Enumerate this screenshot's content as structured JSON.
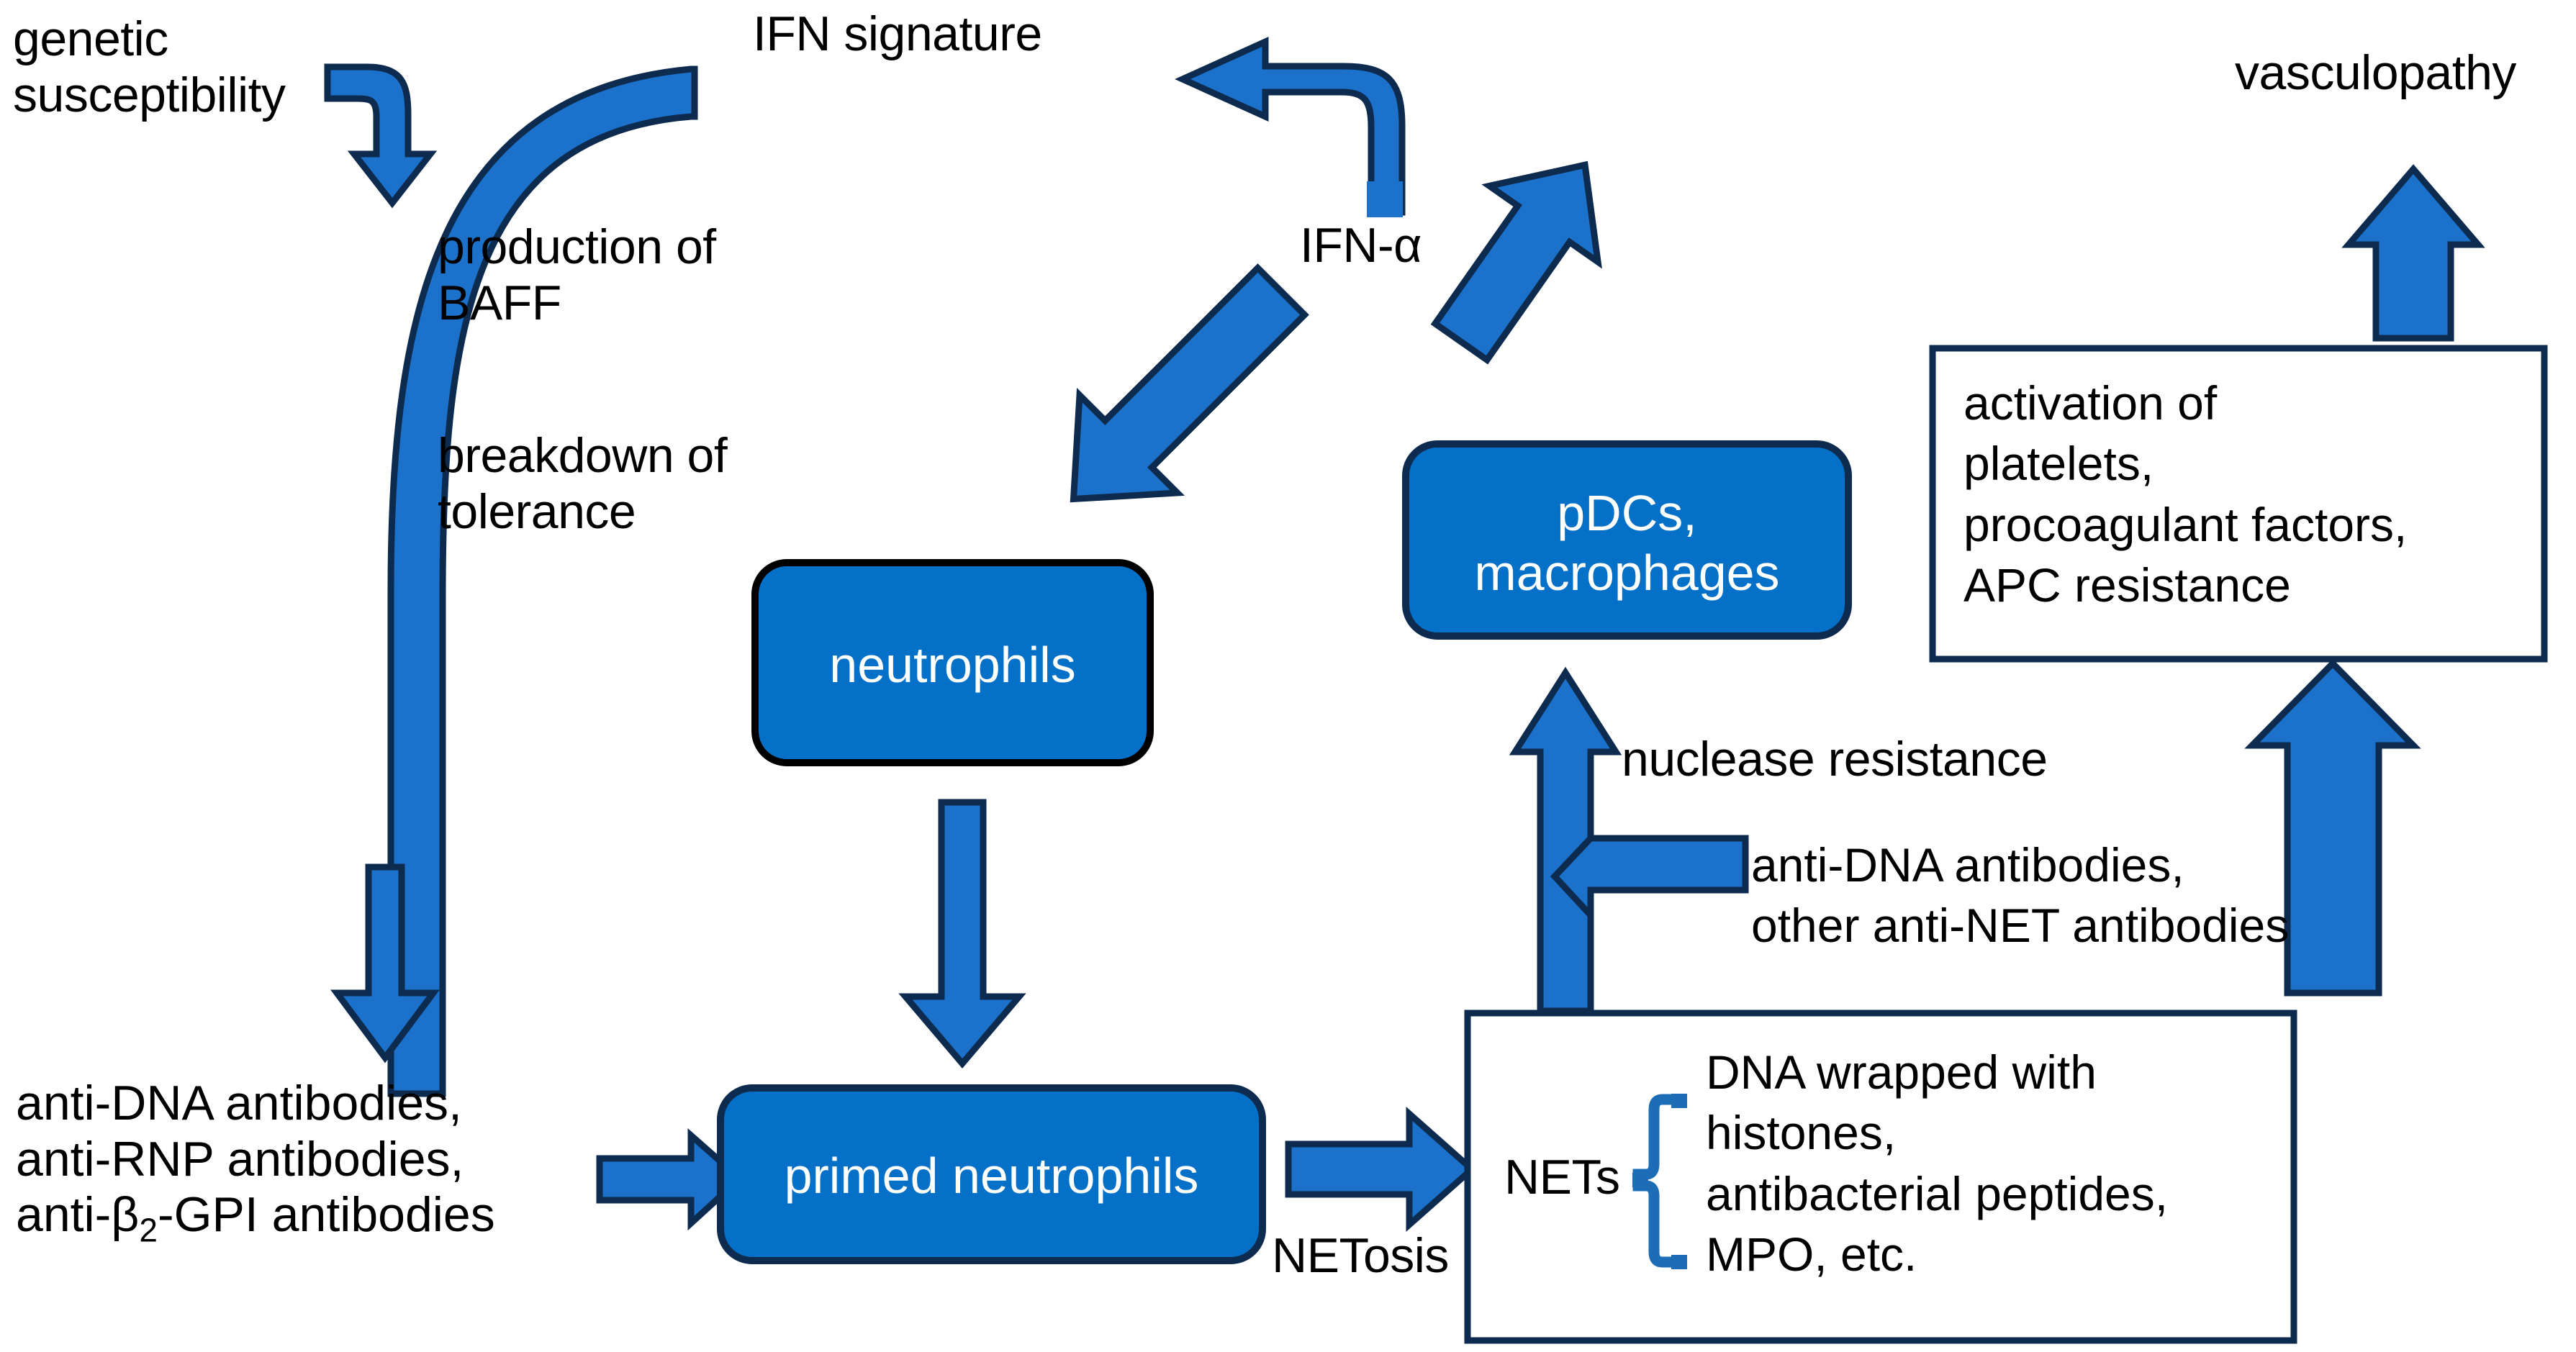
{
  "diagram": {
    "title": "SLE pathogenesis: NETs, type I interferon and vasculopathy",
    "colors": {
      "node_fill": "#0570C8",
      "arrow_fill": "#1C72CB",
      "arrow_stroke": "#0D2B4E",
      "frame_stroke": "#0D2B4E",
      "node_stroke_black": "#000000",
      "node_stroke_navy": "#0D2B4E",
      "text": "#000000",
      "node_text": "#FFFFFF",
      "background": "#FFFFFF"
    },
    "nodes": {
      "genetic_susceptibility": "genetic\nsusceptibility",
      "production_of_baff": "production of\nBAFF",
      "breakdown_of_tolerance": "breakdown of\ntolerance",
      "ifn_signature": "IFN signature",
      "ifn_alpha": "IFN-α",
      "vasculopathy": "vasculopathy",
      "neutrophils": "neutrophils",
      "pdcs_macrophages": "pDCs,\nmacrophages",
      "activation_box": "activation of\n    platelets,\n    procoagulant factors,\nAPC resistance",
      "autoantibodies_left_line1": "anti-DNA antibodies,",
      "autoantibodies_left_line2": "anti-RNP antibodies,",
      "autoantibodies_left_line3_pre": "anti-β",
      "autoantibodies_left_line3_sub": "2",
      "autoantibodies_left_line3_post": "-GPI antibodies",
      "primed_neutrophils": "primed neutrophils",
      "netosis": "NETosis",
      "nets": "NETs",
      "nets_contents": "DNA wrapped with\n    histones,\n    antibacterial peptides,\nMPO, etc.",
      "nuclease_resistance": "nuclease resistance",
      "anti_net_antibodies": "anti-DNA antibodies,\nother anti-NET antibodies"
    },
    "edges": [
      {
        "id": "genetic-to-loop",
        "from": "genetic susceptibility",
        "to": "production of BAFF / breakdown of tolerance pathway",
        "shape": "elbow-down-arrow"
      },
      {
        "id": "feedback-loop",
        "from": "autoantibody axis (bottom left)",
        "to": "IFN signature curve top",
        "shape": "long-curved-line"
      },
      {
        "id": "ifn-alpha-to-signature",
        "from": "IFN-α",
        "to": "IFN signature",
        "shape": "elbow-left-arrow"
      },
      {
        "id": "ifn-alpha-to-neutrophils",
        "from": "IFN-α",
        "to": "neutrophils",
        "shape": "diagonal-down-left-arrow"
      },
      {
        "id": "pdcs-to-ifn-alpha",
        "from": "pDCs, macrophages",
        "to": "IFN-α",
        "shape": "diagonal-up-left-arrow"
      },
      {
        "id": "autoantibodies-down",
        "from": "breakdown of tolerance",
        "to": "anti-DNA / anti-RNP / anti-β2-GPI antibodies",
        "shape": "long-down-arrow"
      },
      {
        "id": "neutrophils-to-primed",
        "from": "neutrophils",
        "to": "primed neutrophils",
        "shape": "down-arrow"
      },
      {
        "id": "antibodies-to-primed",
        "from": "autoantibodies",
        "to": "primed neutrophils",
        "shape": "right-arrow"
      },
      {
        "id": "primed-to-nets",
        "from": "primed neutrophils",
        "to": "NETs",
        "label": "NETosis",
        "shape": "right-arrow"
      },
      {
        "id": "nets-to-pdcs",
        "from": "NETs",
        "to": "pDCs, macrophages",
        "label": "nuclease resistance",
        "shape": "up-arrow"
      },
      {
        "id": "antinet-to-nets-axis",
        "from": "anti-DNA antibodies, other anti-NET antibodies",
        "to": "nuclease resistance axis",
        "shape": "left-arrow"
      },
      {
        "id": "nets-to-activation",
        "from": "NETs",
        "to": "activation of platelets, procoagulant factors, APC resistance",
        "shape": "up-arrow"
      },
      {
        "id": "activation-to-vasculopathy",
        "from": "activation of platelets...",
        "to": "vasculopathy",
        "shape": "up-arrow"
      }
    ]
  }
}
